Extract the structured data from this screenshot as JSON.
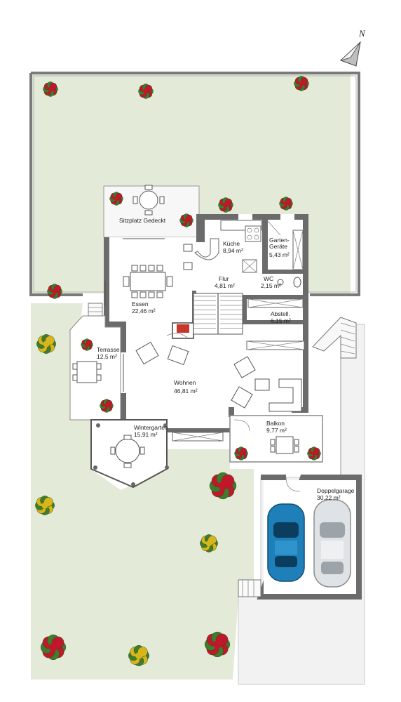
{
  "compass": {
    "label": "N"
  },
  "rooms": [
    {
      "id": "sitzplatz",
      "name": "Sitzplatz Gedeckt",
      "area": ""
    },
    {
      "id": "kueche",
      "name": "Küche",
      "area": "8,94 m²"
    },
    {
      "id": "gartengeraete",
      "name": "Garten-\nGeräte",
      "area": "5,43 m²"
    },
    {
      "id": "flur",
      "name": "Flur",
      "area": "4,81 m²"
    },
    {
      "id": "wc",
      "name": "WC",
      "area": "2,15 m²"
    },
    {
      "id": "essen",
      "name": "Essen",
      "area": "22,46 m²"
    },
    {
      "id": "abstell",
      "name": "Abstell.",
      "area": "6,15 m²"
    },
    {
      "id": "terrasse",
      "name": "Terrasse",
      "area": "12,5 m²"
    },
    {
      "id": "wohnen",
      "name": "Wohnen",
      "area": "46,81 m²"
    },
    {
      "id": "wintergarten",
      "name": "Wintergarten",
      "area": "15,91 m²"
    },
    {
      "id": "balkon",
      "name": "Balkon",
      "area": "9,77 m²"
    },
    {
      "id": "doppelgarage",
      "name": "Doppelgarage",
      "area": "30,22 m²"
    }
  ],
  "colors": {
    "lawn": "#e3ead7",
    "wall": "#6b6b6b",
    "car_blue": "#1f7fb8",
    "car_silver": "#d9dde0",
    "plant_red": "#c0182a",
    "plant_yellow": "#d8b619",
    "plant_leaf": "#3f7d2c"
  }
}
